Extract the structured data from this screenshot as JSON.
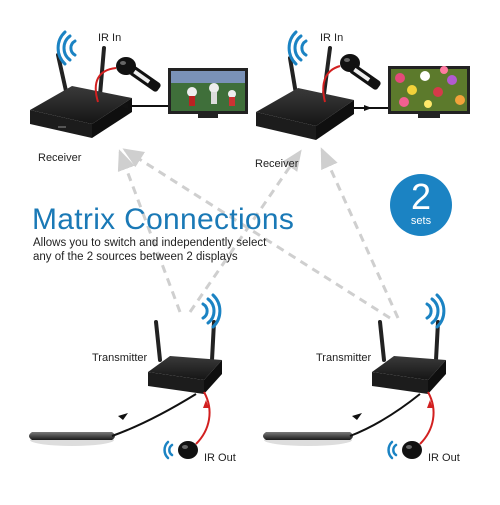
{
  "headline": "Matrix Connections",
  "description": [
    "Allows you to switch and independently select",
    "any of the 2 sources between 2 displays"
  ],
  "badge": {
    "number": "2",
    "unit": "sets"
  },
  "receivers": [
    {
      "label": "Receiver",
      "ir_label": "IR In"
    },
    {
      "label": "Receiver",
      "ir_label": "IR In"
    }
  ],
  "transmitters": [
    {
      "label": "Transmitter",
      "ir_label": "IR Out"
    },
    {
      "label": "Transmitter",
      "ir_label": "IR Out"
    }
  ],
  "colors": {
    "accent": "#1a79b6",
    "badge": "#1b83c3",
    "wifi": "#1b83c3",
    "ir_cable": "#d22020",
    "device": "#1e1e1e",
    "connection_lines": "#c8c8c8"
  },
  "icons": [
    "wifi-icon",
    "ir-sensor-icon",
    "remote-control-icon",
    "arrow-icon"
  ]
}
